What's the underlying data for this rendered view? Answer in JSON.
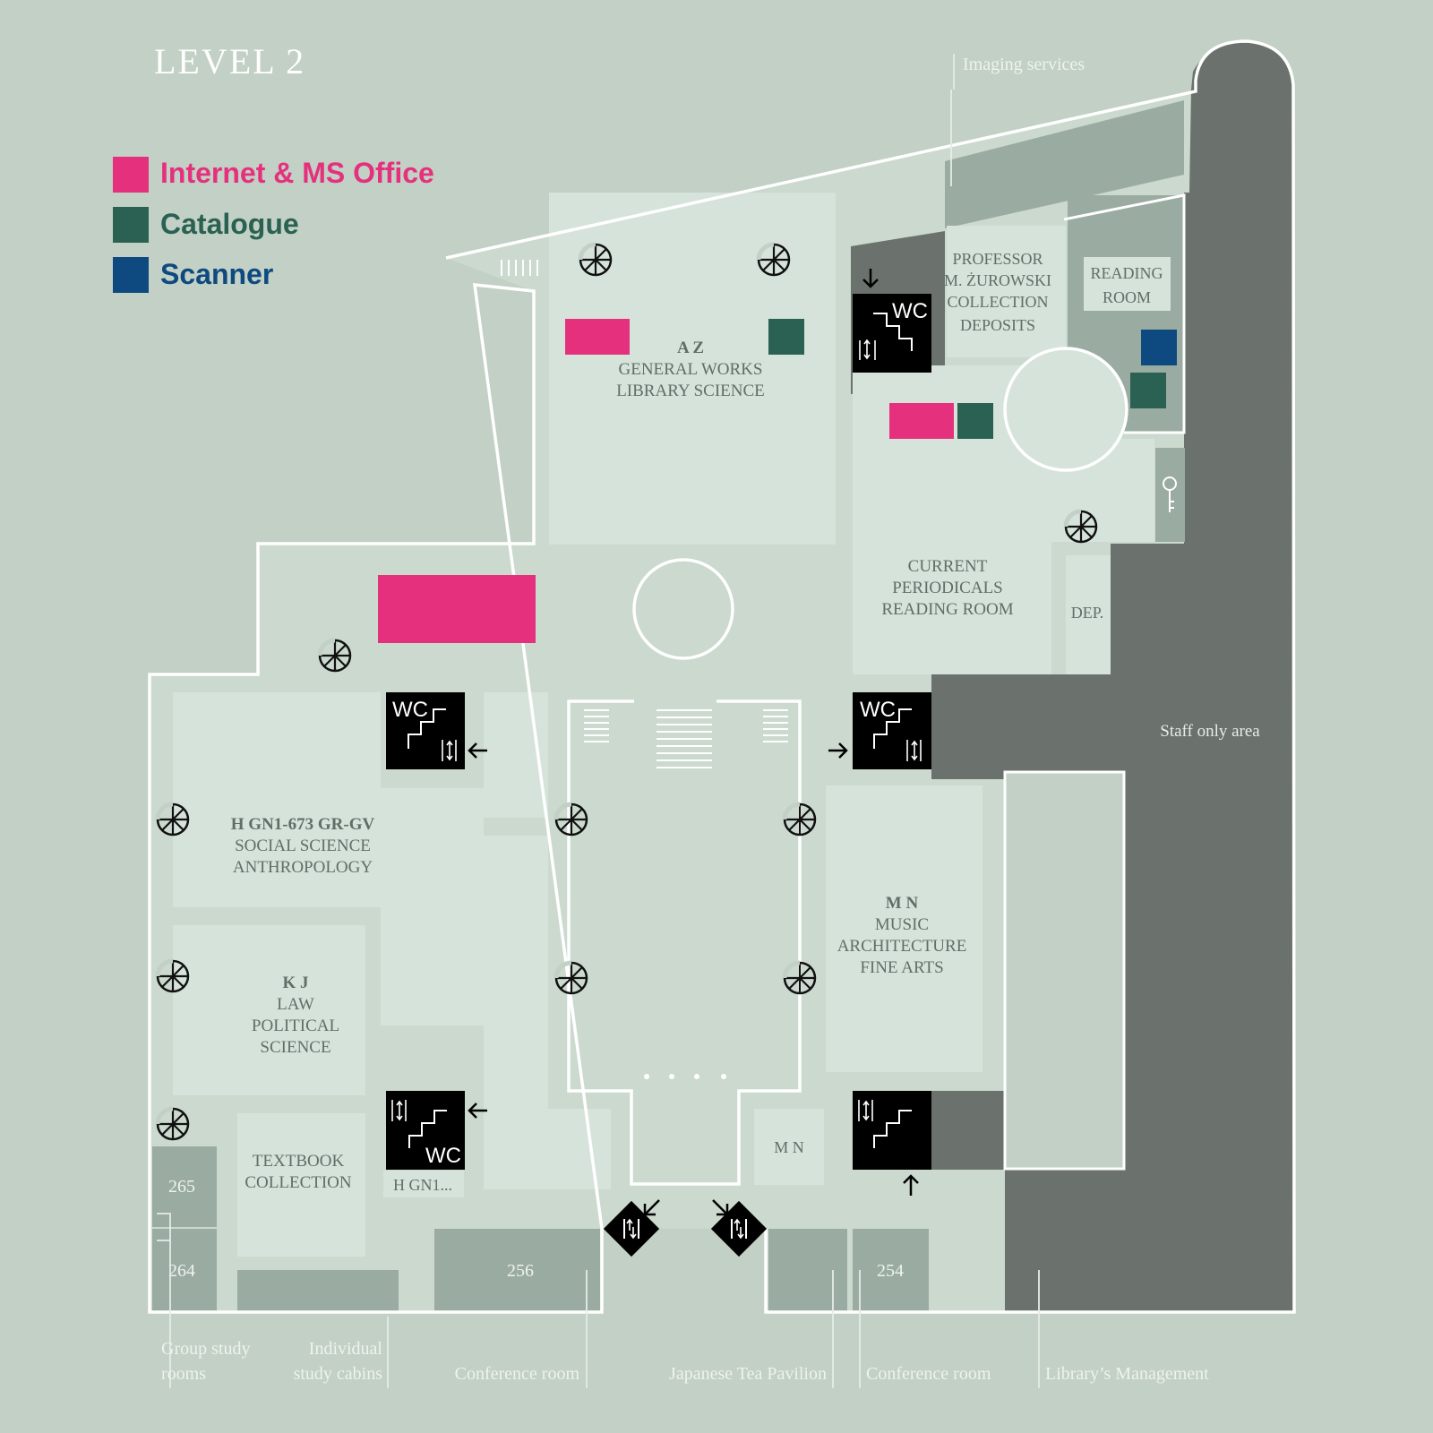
{
  "title": "LEVEL 2",
  "legend": [
    {
      "label": "Internet & MS Office",
      "color": "#e5317d"
    },
    {
      "label": "Catalogue",
      "color": "#2a6152"
    },
    {
      "label": "Scanner",
      "color": "#0e4a7f"
    }
  ],
  "colors": {
    "background": "#c2d0c5",
    "floor": "#cbd9ce",
    "room": "#d6e3da",
    "service_room": "#9aaba1",
    "staff_area": "#6b726d",
    "wall": "#ffffff",
    "internet": "#e5317d",
    "catalogue": "#2a6152",
    "scanner": "#0e4a7f"
  },
  "rooms": {
    "az": {
      "code": "A Z",
      "line1": "GENERAL WORKS",
      "line2": "LIBRARY SCIENCE"
    },
    "zurowski": {
      "line1": "PROFESSOR",
      "line2": "M. ŻUROWSKI",
      "line3": "COLLECTION",
      "line4": "DEPOSITS"
    },
    "reading_room": {
      "line1": "READING",
      "line2": "ROOM"
    },
    "periodicals": {
      "line1": "CURRENT",
      "line2": "PERIODICALS",
      "line3": "READING ROOM"
    },
    "dep": "DEP.",
    "staff": "Staff only area",
    "h": {
      "code": "H GN1-673 GR-GV",
      "line1": "SOCIAL SCIENCE",
      "line2": "ANTHROPOLOGY"
    },
    "kj": {
      "code": "K J",
      "line1": "LAW",
      "line2": "POLITICAL",
      "line3": "SCIENCE"
    },
    "mn": {
      "code": "M N",
      "line1": "MUSIC",
      "line2": "ARCHITECTURE",
      "line3": "FINE ARTS"
    },
    "mn_small": "M N",
    "textbook": {
      "line1": "TEXTBOOK",
      "line2": "COLLECTION"
    },
    "hgn_small": "H GN1...",
    "r265": "265",
    "r264": "264",
    "r256": "256",
    "r254": "254"
  },
  "wc_label": "WC",
  "external_labels": {
    "imaging": "Imaging services",
    "group_study_1": "Group study",
    "group_study_2": "rooms",
    "individual_1": "Individual",
    "individual_2": "study cabins",
    "conference_left": "Conference room",
    "tea_pavilion": "Japanese Tea Pavilion",
    "conference_right": "Conference room",
    "management": "Library’s Management"
  },
  "icons": {
    "spiral_stairs": "spiral-staircase-icon",
    "wc_block": "wc-stairs-elevator-icon",
    "elevator": "elevator-diamond-icon",
    "key": "key-icon",
    "arrow": "arrow-icon"
  }
}
